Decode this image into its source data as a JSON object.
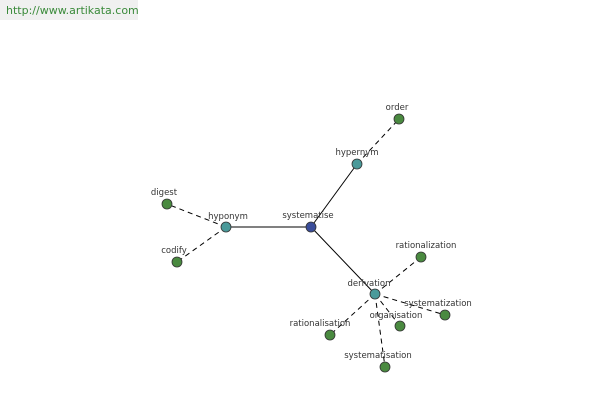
{
  "header": {
    "url": "http://www.artikata.com"
  },
  "graph": {
    "colors": {
      "root": "#3a4d9a",
      "relation": "#4a9a9a",
      "leaf": "#4a8a40"
    },
    "nodes": [
      {
        "id": "systematise",
        "label": "systematise",
        "kind": "root"
      },
      {
        "id": "hypernym",
        "label": "hypernym",
        "kind": "relation"
      },
      {
        "id": "hyponym",
        "label": "hyponym",
        "kind": "relation"
      },
      {
        "id": "derivation",
        "label": "derivation",
        "kind": "relation"
      },
      {
        "id": "order",
        "label": "order",
        "kind": "leaf"
      },
      {
        "id": "digest",
        "label": "digest",
        "kind": "leaf"
      },
      {
        "id": "codify",
        "label": "codify",
        "kind": "leaf"
      },
      {
        "id": "rationalization",
        "label": "rationalization",
        "kind": "leaf"
      },
      {
        "id": "systematization",
        "label": "systematization",
        "kind": "leaf"
      },
      {
        "id": "organisation",
        "label": "organisation",
        "kind": "leaf"
      },
      {
        "id": "rationalisation",
        "label": "rationalisation",
        "kind": "leaf"
      },
      {
        "id": "systematisation",
        "label": "systematisation",
        "kind": "leaf"
      }
    ],
    "edges": [
      {
        "from": "systematise",
        "to": "hypernym",
        "style": "solid"
      },
      {
        "from": "systematise",
        "to": "hyponym",
        "style": "solid"
      },
      {
        "from": "systematise",
        "to": "derivation",
        "style": "solid"
      },
      {
        "from": "hypernym",
        "to": "order",
        "style": "dashed"
      },
      {
        "from": "hyponym",
        "to": "digest",
        "style": "dashed"
      },
      {
        "from": "hyponym",
        "to": "codify",
        "style": "dashed"
      },
      {
        "from": "derivation",
        "to": "rationalization",
        "style": "dashed"
      },
      {
        "from": "derivation",
        "to": "systematization",
        "style": "dashed"
      },
      {
        "from": "derivation",
        "to": "organisation",
        "style": "dashed"
      },
      {
        "from": "derivation",
        "to": "rationalisation",
        "style": "dashed"
      },
      {
        "from": "derivation",
        "to": "systematisation",
        "style": "dashed"
      }
    ]
  }
}
